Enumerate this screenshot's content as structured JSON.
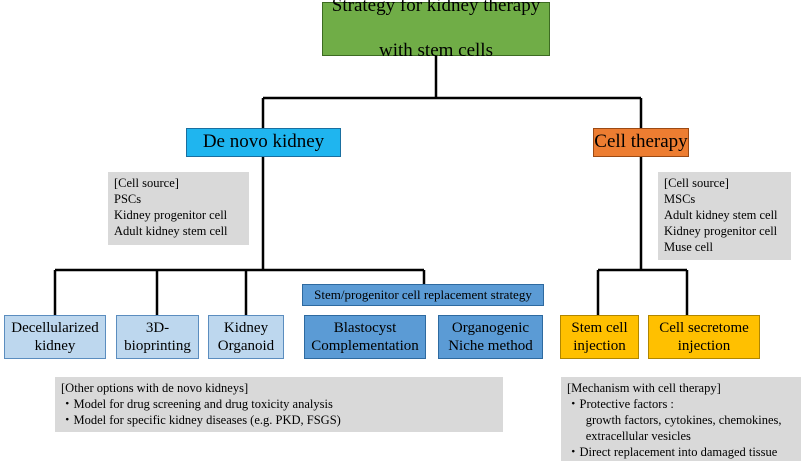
{
  "title": {
    "line1": "Strategy for kidney therapy",
    "line2": "with stem cells"
  },
  "branches": {
    "denovo": "De novo kidney",
    "cell_therapy": "Cell therapy"
  },
  "denovo_source": {
    "header": "[Cell source]",
    "items": [
      "PSCs",
      "Kidney progenitor cell",
      "Adult kidney stem cell"
    ]
  },
  "cell_source": {
    "header": "[Cell source]",
    "items": [
      "MSCs",
      "Adult kidney stem cell",
      "Kidney progenitor cell",
      "Muse cell"
    ]
  },
  "stem_strategy": "Stem/progenitor cell replacement strategy",
  "leaves": {
    "decellularized": "Decellularized\nkidney",
    "bioprinting": "3D-\nbioprinting",
    "organoid": "Kidney\nOrganoid",
    "blastocyst": "Blastocyst\nComplementation",
    "organogenic": "Organogenic\nNiche method",
    "stem_injection": "Stem cell\ninjection",
    "secretome": "Cell secretome\ninjection"
  },
  "other_options": {
    "header": "[Other options with de novo kidneys]",
    "items": [
      "・Model for drug screening and drug toxicity analysis",
      "・Model for specific kidney diseases (e.g. PKD, FSGS)"
    ]
  },
  "mechanism": {
    "header": "[Mechanism with cell therapy]",
    "items": [
      "・Protective factors :",
      "      growth factors, cytokines, chemokines,",
      "      extracellular vesicles",
      "・Direct replacement into damaged tissue"
    ]
  }
}
